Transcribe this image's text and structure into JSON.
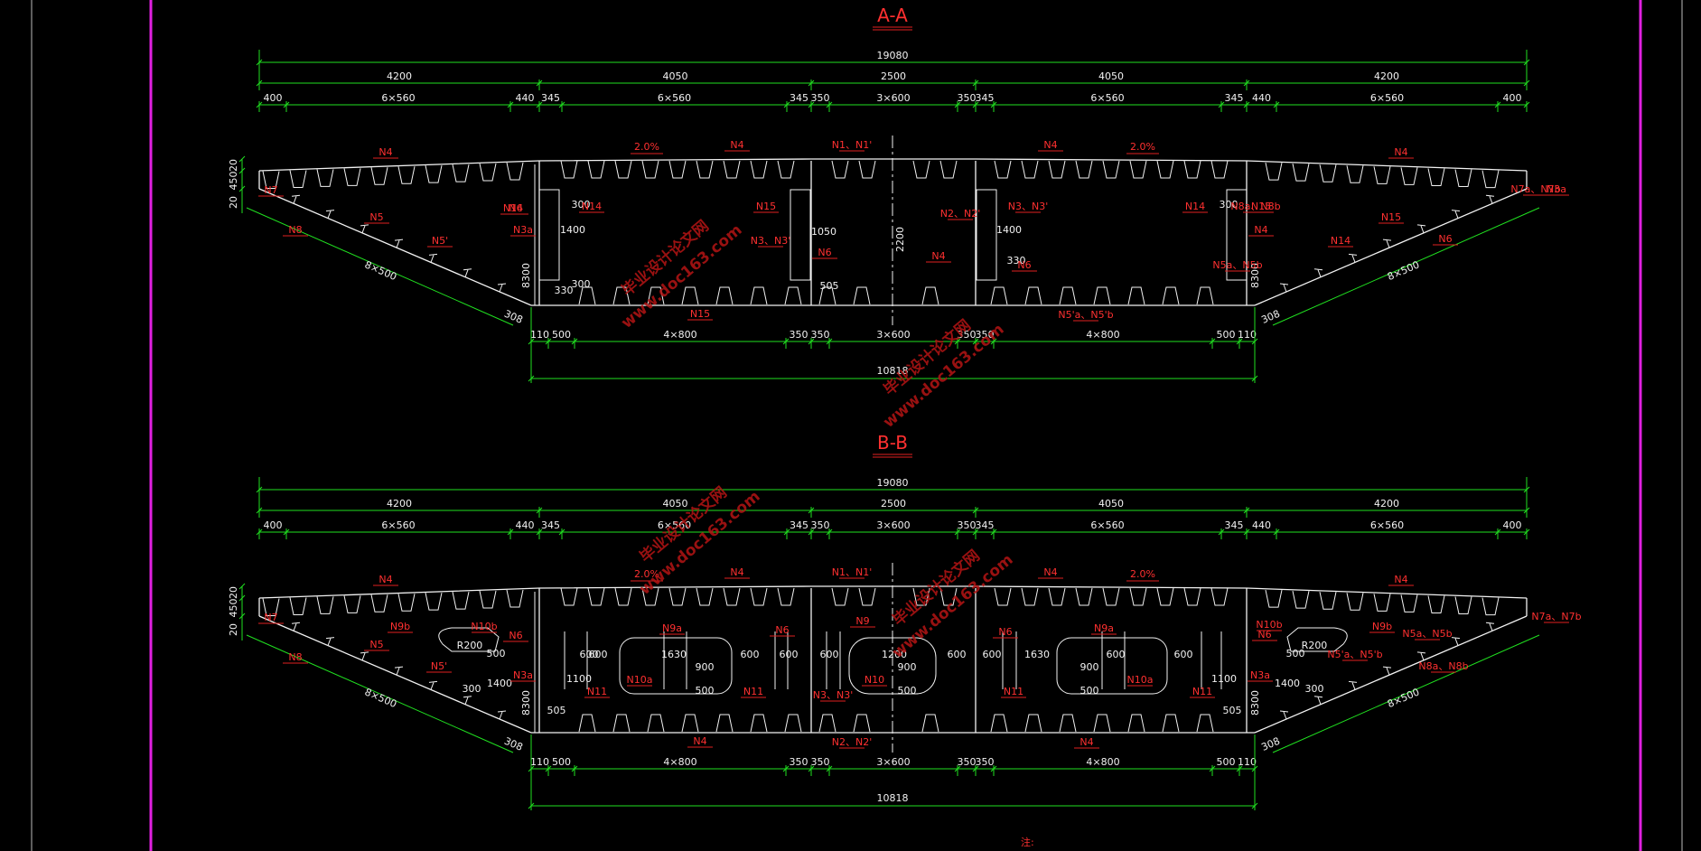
{
  "sections": [
    {
      "title": "A-A",
      "top_dims": {
        "total": "19080",
        "main": [
          "4200",
          "4050",
          "2500",
          "4050",
          "4200"
        ],
        "sub": [
          "400",
          "6×560",
          "440",
          "345",
          "6×560",
          "345",
          "350",
          "3×600",
          "350",
          "345",
          "6×560",
          "345",
          "440",
          "6×560",
          "400"
        ]
      },
      "bottom_dims": {
        "sub": [
          "110",
          "500",
          "4×800",
          "350",
          "350",
          "3×600",
          "350",
          "350",
          "4×800",
          "500",
          "110"
        ],
        "total": "10818"
      },
      "slope_labels": [
        "2.0%",
        "2.0%"
      ],
      "flange_dims": [
        "20",
        "450",
        "20"
      ],
      "web_dims": [
        "8×500",
        "8×500",
        "308",
        "308",
        "8300",
        "8300",
        "2200"
      ],
      "small_dims": [
        "300",
        "1400",
        "300",
        "330",
        "1050",
        "505",
        "300",
        "1400",
        "330"
      ],
      "callouts": [
        "N4",
        "N4",
        "N1、N1'",
        "N4",
        "N4",
        "N7",
        "N8",
        "N5",
        "N5'",
        "N6",
        "N3a",
        "N14",
        "N15",
        "N14",
        "N6",
        "N3、N3'",
        "N15",
        "N4",
        "N2、N2'",
        "N3、N3'",
        "N6",
        "N14",
        "N15",
        "N4",
        "N14",
        "N15",
        "N6",
        "N3a",
        "N5'a、N5'b",
        "N5a、N5b",
        "N8a、N8b",
        "N7a、N7b"
      ]
    },
    {
      "title": "B-B",
      "top_dims": {
        "total": "19080",
        "main": [
          "4200",
          "4050",
          "2500",
          "4050",
          "4200"
        ],
        "sub": [
          "400",
          "6×560",
          "440",
          "345",
          "6×560",
          "345",
          "350",
          "3×600",
          "350",
          "345",
          "6×560",
          "345",
          "440",
          "6×560",
          "400"
        ]
      },
      "bottom_dims": {
        "sub": [
          "110",
          "500",
          "4×800",
          "350",
          "350",
          "3×600",
          "350",
          "350",
          "4×800",
          "500",
          "110"
        ],
        "total": "10818"
      },
      "slope_labels": [
        "2.0%",
        "2.0%"
      ],
      "flange_dims": [
        "20",
        "450",
        "20"
      ],
      "web_dims": [
        "8×500",
        "8×500",
        "308",
        "308",
        "8300",
        "8300"
      ],
      "hole_dims": [
        "600",
        "600",
        "1630",
        "600",
        "600",
        "600",
        "1200",
        "600",
        "600",
        "1630",
        "600",
        "600",
        "900",
        "500",
        "900",
        "500",
        "900",
        "500",
        "1100",
        "1100",
        "505",
        "505",
        "1400",
        "1400",
        "300",
        "300",
        "500",
        "500",
        "R200",
        "R200"
      ],
      "callouts": [
        "N4",
        "N4",
        "N1、N1'",
        "N4",
        "N4",
        "N7",
        "N8",
        "N5",
        "N9b",
        "N10b",
        "N6",
        "N5'",
        "N3a",
        "N11",
        "N10a",
        "N9a",
        "N6",
        "N11",
        "N9",
        "N10",
        "N3、N3'",
        "N6",
        "N11",
        "N10a",
        "N9a",
        "N11",
        "N6",
        "N10b",
        "N9b",
        "N5a、N5b",
        "N5'a、N5'b",
        "N8a、N8b",
        "N7a、N7b",
        "N3a",
        "N4",
        "N2、N2'",
        "N4"
      ]
    }
  ],
  "watermarks": [
    "毕业设计论文网",
    "www.doc163.com"
  ],
  "note_label": "注:",
  "colors": {
    "dimension": "#20e020",
    "outline": "#f2f2f2",
    "callout": "#e02020",
    "border": "#e020e0"
  }
}
